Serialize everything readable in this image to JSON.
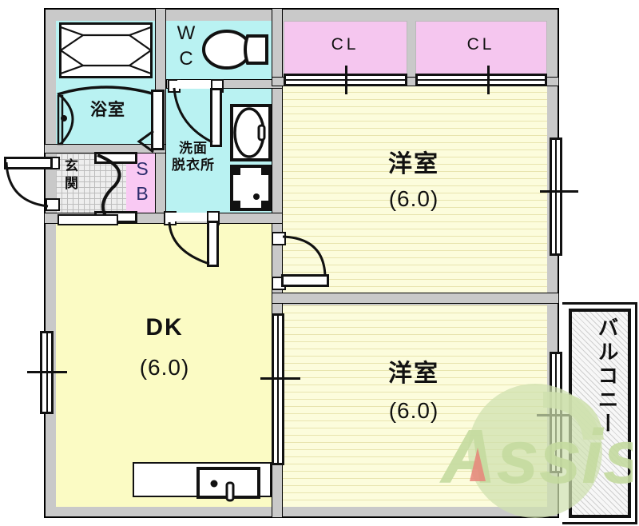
{
  "plan": {
    "type": "japanese-apartment-floorplan",
    "layout_code": "2DK",
    "unit_of_area": "jo (tatami mats)",
    "rooms": [
      {
        "id": "washitsu-upper",
        "name": "洋室",
        "area": "(6.0)",
        "floor": "tatami"
      },
      {
        "id": "washitsu-lower",
        "name": "洋室",
        "area": "(6.0)",
        "floor": "tatami"
      },
      {
        "id": "dk",
        "name": "DK",
        "area": "(6.0)",
        "floor": "dk"
      },
      {
        "id": "bath",
        "name": "浴室",
        "area": "",
        "floor": "cyan"
      },
      {
        "id": "washroom",
        "name": "洗面\n脱衣所",
        "area": "",
        "floor": "cyan"
      },
      {
        "id": "toilet",
        "name": "W\nC",
        "area": "",
        "floor": "cyan"
      },
      {
        "id": "entrance",
        "name": "玄\n関",
        "area": "",
        "floor": "entry"
      },
      {
        "id": "shoe-box",
        "name": "S\nB",
        "area": "",
        "floor": "pink"
      },
      {
        "id": "balcony",
        "name": "バルコニー",
        "area": "",
        "floor": "hatched"
      }
    ],
    "closets": [
      {
        "id": "cl-left",
        "label": "CL"
      },
      {
        "id": "cl-right",
        "label": "CL"
      }
    ],
    "fixtures": [
      {
        "id": "bathtub",
        "label": ""
      },
      {
        "id": "toilet-bowl",
        "label": ""
      },
      {
        "id": "washbasin",
        "label": ""
      },
      {
        "id": "washing-machine-pan",
        "label": ""
      },
      {
        "id": "kitchen-counter",
        "label": ""
      },
      {
        "id": "kitchen-sink",
        "label": ""
      }
    ],
    "watermark": {
      "text": "Assist",
      "color": "#c5dba0",
      "accent": "#e8857a"
    },
    "colors": {
      "wall": "#c9c9c9",
      "outline": "#000000",
      "tatami": "#fbfbd8",
      "dk_floor": "#fbfbc4",
      "wet_area": "#b9f2f2",
      "closet": "#f9c9f3",
      "balcony": "#f2f2f2"
    }
  }
}
